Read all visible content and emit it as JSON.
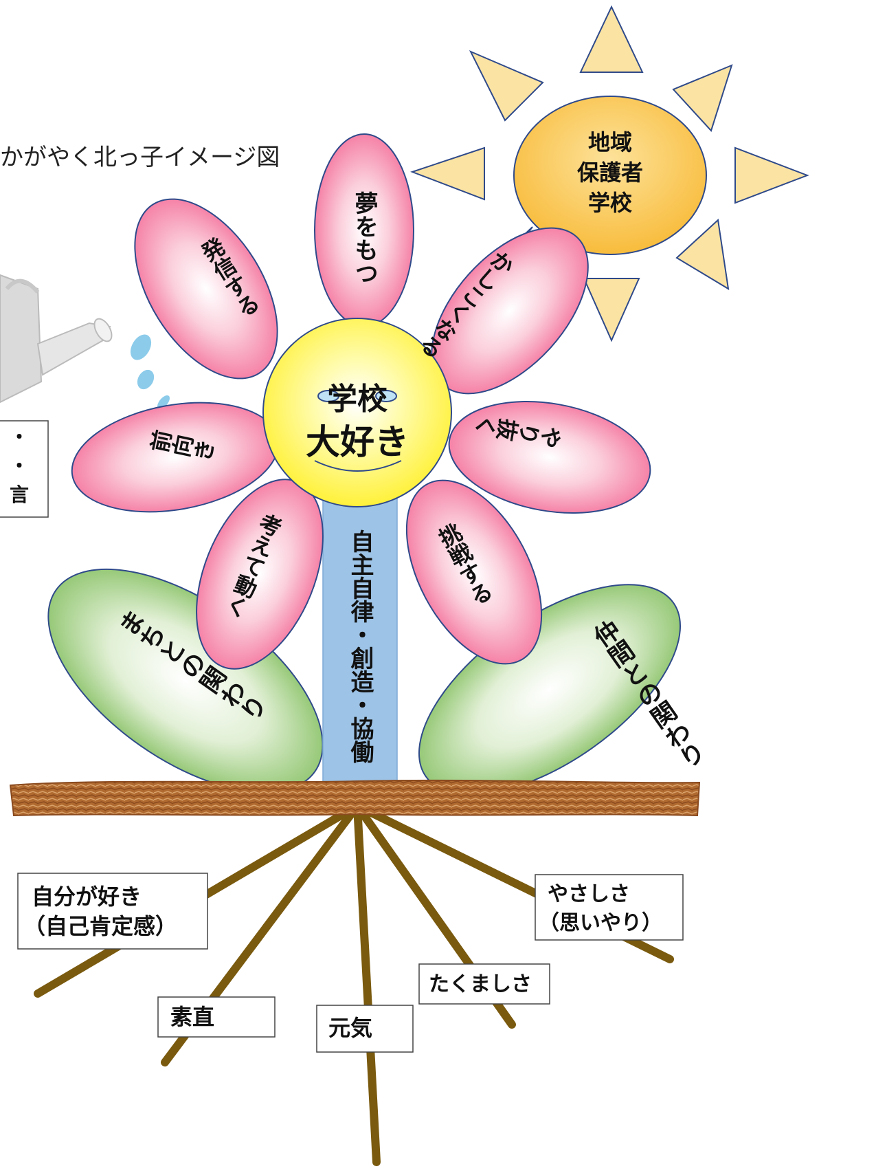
{
  "title": "かがやく北っ子イメージ図",
  "sun": {
    "lines": [
      "地域",
      "保護者",
      "学校"
    ]
  },
  "center": {
    "line1": "学校",
    "line2": "大好き"
  },
  "petals": [
    {
      "id": "yume",
      "label": "夢をもつ"
    },
    {
      "id": "hasshin",
      "label": "発信する"
    },
    {
      "id": "kashikoku",
      "label": "かしこくなる"
    },
    {
      "id": "maemuki",
      "label": "前向き"
    },
    {
      "id": "yarinuku",
      "label": "やり抜く"
    },
    {
      "id": "kangaete",
      "label": "考えて動く"
    },
    {
      "id": "chousen",
      "label": "挑戦する"
    }
  ],
  "leaves": [
    {
      "id": "left",
      "label": "まちとの関わり"
    },
    {
      "id": "right",
      "label": "仲間との関わり"
    }
  ],
  "stem": {
    "label": "自主自律・創造・協働"
  },
  "cut_box": {
    "lines": [
      "・",
      "・",
      "言"
    ]
  },
  "roots": [
    {
      "id": "jibun",
      "lines": [
        "自分が好き",
        "（自己肯定感）"
      ]
    },
    {
      "id": "yasashisa",
      "lines": [
        "やさしさ",
        "（思いやり）"
      ]
    },
    {
      "id": "sunao",
      "lines": [
        "素直"
      ]
    },
    {
      "id": "genki",
      "lines": [
        "元気"
      ]
    },
    {
      "id": "takumashisa",
      "lines": [
        "たくましさ"
      ]
    }
  ],
  "colors": {
    "sun_ray": "#FBE3A3",
    "sun_body": "#F9C752",
    "petal_pink": "#F4739D",
    "leaf_green": "#8DC46B",
    "stem": "#9DC3E6",
    "center": "#FFF44F",
    "soil": "#A8642E",
    "root": "#7A5A0E",
    "outline": "#2F4A8A"
  }
}
